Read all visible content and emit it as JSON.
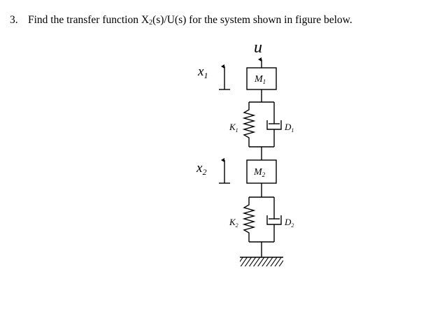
{
  "question": {
    "number": "3.",
    "text_before": "Find the transfer function X",
    "sub1": "2",
    "text_mid": "(s)/U(s) for the system shown in figure below."
  },
  "diagram": {
    "input_label": "u",
    "x1": {
      "base": "x",
      "sub": "1"
    },
    "x2": {
      "base": "x",
      "sub": "2"
    },
    "m1": {
      "base": "M",
      "sub": "1"
    },
    "m2": {
      "base": "M",
      "sub": "2"
    },
    "k1": {
      "base": "K",
      "sub": "1"
    },
    "k2": {
      "base": "K",
      "sub": "2"
    },
    "d1": {
      "base": "D",
      "sub": "1"
    },
    "d2": {
      "base": "D",
      "sub": "2"
    }
  }
}
